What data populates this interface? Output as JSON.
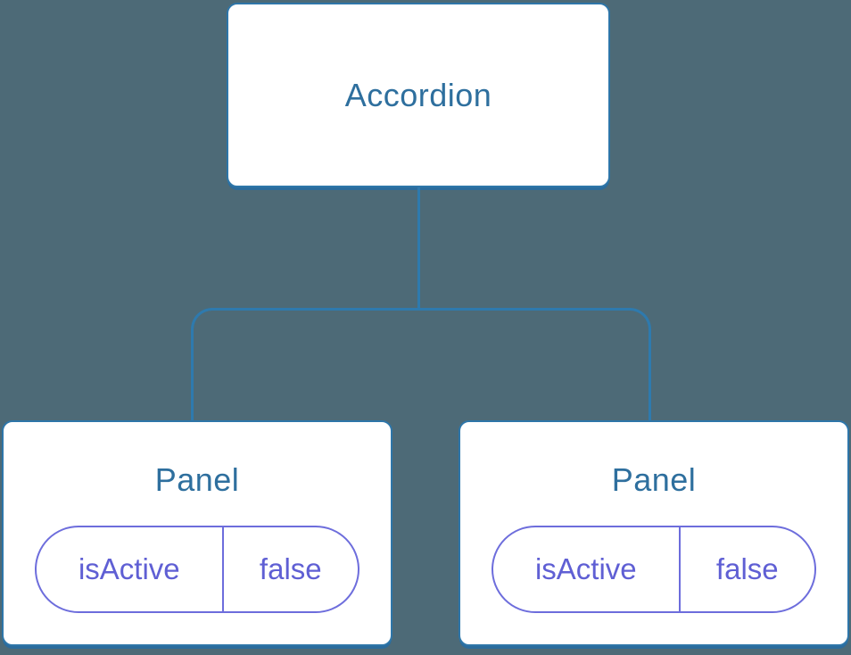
{
  "tree": {
    "root": {
      "label": "Accordion"
    },
    "children": [
      {
        "label": "Panel",
        "props": [
          {
            "name": "isActive",
            "value": "false"
          }
        ]
      },
      {
        "label": "Panel",
        "props": [
          {
            "name": "isActive",
            "value": "false"
          }
        ]
      }
    ]
  },
  "colors": {
    "background": "#4d6a77",
    "connector": "#2e7aae",
    "card_border": "#2e76a9",
    "card_background": "#ffffff",
    "node_title_text": "#2e6f9e",
    "prop_pill_border": "#6d6ddc",
    "prop_pill_text": "#5f5fd4"
  }
}
